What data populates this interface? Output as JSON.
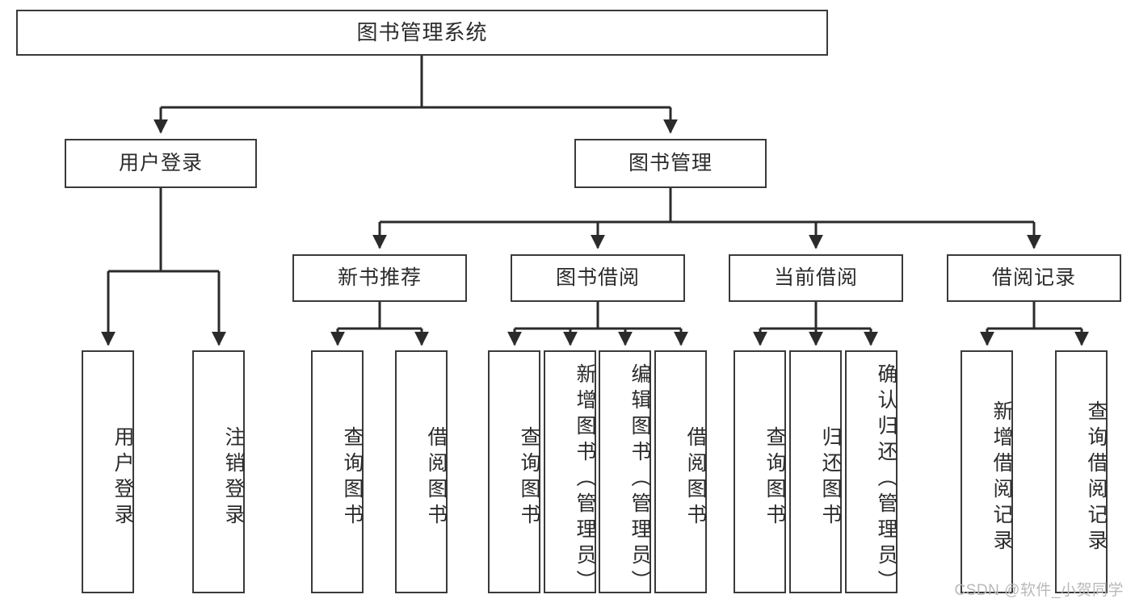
{
  "diagram": {
    "type": "tree-hierarchy-flowchart",
    "root": {
      "id": "root",
      "label": "图书管理系统"
    },
    "level2": [
      {
        "id": "user-login",
        "label": "用户登录"
      },
      {
        "id": "book-manage",
        "label": "图书管理"
      }
    ],
    "level3": [
      {
        "id": "new-book-recommend",
        "label": "新书推荐"
      },
      {
        "id": "book-borrow",
        "label": "图书借阅"
      },
      {
        "id": "current-borrow",
        "label": "当前借阅"
      },
      {
        "id": "borrow-record",
        "label": "借阅记录"
      }
    ],
    "leaves": {
      "user_login": [
        {
          "id": "leaf-user-login",
          "label": "用户登录"
        },
        {
          "id": "leaf-user-logout",
          "label": "注销登录"
        }
      ],
      "new_book_recommend": [
        {
          "id": "leaf-query-book-1",
          "label": "查询图书"
        },
        {
          "id": "leaf-borrow-book-1",
          "label": "借阅图书"
        }
      ],
      "book_borrow": [
        {
          "id": "leaf-query-book-2",
          "label": "查询图书"
        },
        {
          "id": "leaf-add-book",
          "label": "新增图书（管理员）"
        },
        {
          "id": "leaf-edit-book",
          "label": "编辑图书（管理员）"
        },
        {
          "id": "leaf-borrow-book-2",
          "label": "借阅图书"
        }
      ],
      "current_borrow": [
        {
          "id": "leaf-query-book-3",
          "label": "查询图书"
        },
        {
          "id": "leaf-return-book",
          "label": "归还图书"
        },
        {
          "id": "leaf-confirm-return",
          "label": "确认归还（管理员）"
        }
      ],
      "borrow_record": [
        {
          "id": "leaf-add-record",
          "label": "新增借阅记录"
        },
        {
          "id": "leaf-query-record",
          "label": "查询借阅记录"
        }
      ]
    },
    "watermark": "CSDN @软件_小贺同学",
    "colors": {
      "border": "#3a3a3a",
      "text": "#2b2b2b",
      "background": "#ffffff",
      "connector": "#2b2b2b",
      "watermark": "#b9b9b9"
    }
  }
}
